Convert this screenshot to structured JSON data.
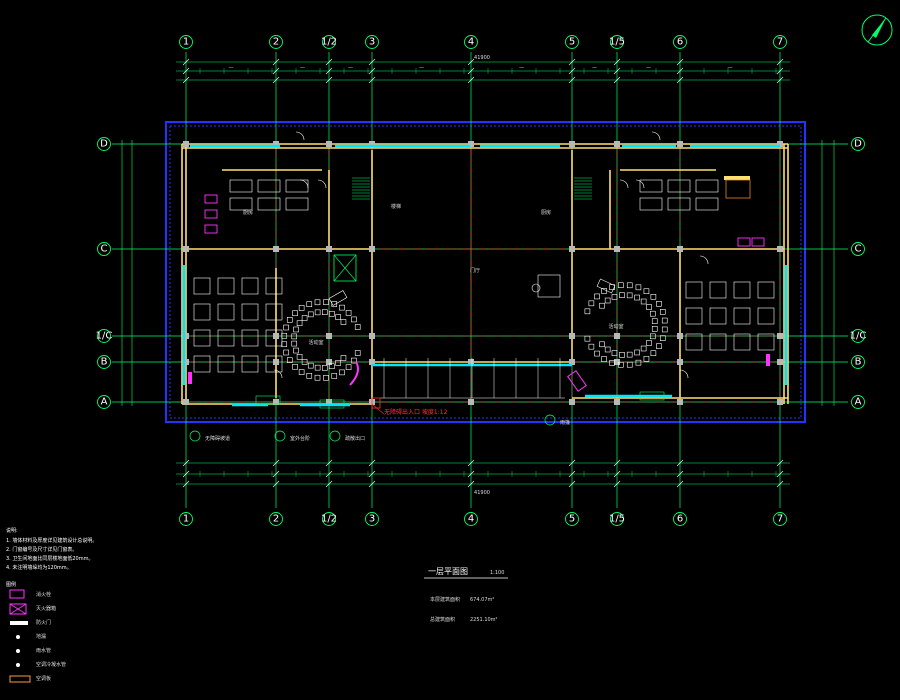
{
  "plan": {
    "grid_columns": [
      "1",
      "2",
      "1/2",
      "3",
      "4",
      "5",
      "1/5",
      "6",
      "7"
    ],
    "grid_rows": [
      "D",
      "C",
      "1/C",
      "B",
      "A"
    ],
    "title": "一层平面图",
    "scale": "1:100",
    "area_rows": [
      {
        "label": "本层建筑面积",
        "value": "674.07m²"
      },
      {
        "label": "总建筑面积",
        "value": "2251.10m²"
      }
    ],
    "room_labels": [
      {
        "id": "kitchen-left",
        "text": "厨房"
      },
      {
        "id": "kitchen-right",
        "text": "厨房"
      },
      {
        "id": "hall",
        "text": "门厅"
      },
      {
        "id": "classroom-left",
        "text": "活动室"
      },
      {
        "id": "classroom-right",
        "text": "活动室"
      },
      {
        "id": "stair",
        "text": "楼梯"
      }
    ],
    "callouts": [
      {
        "id": "c1",
        "text": "无障碍坡道"
      },
      {
        "id": "c2",
        "text": "室外台阶"
      },
      {
        "id": "c3",
        "text": "疏散出口"
      },
      {
        "id": "c4",
        "text": "雨篷"
      }
    ],
    "red_note": "无障碍出入口 坡度1:12",
    "dimension_total": "41900",
    "notes_title": "说明:",
    "notes": [
      "1. 墙体材料及厚度详见建筑设计总说明。",
      "2. 门窗编号及尺寸详见门窗表。",
      "3. 卫生间地面比同层楼地面低20mm。",
      "4. 未注明墙垛均为120mm。"
    ],
    "legend_title": "图例",
    "legend": [
      {
        "symbol": "box",
        "label": "消火栓"
      },
      {
        "symbol": "cross",
        "label": "灭火器箱"
      },
      {
        "symbol": "band",
        "label": "防火门"
      },
      {
        "symbol": "dot",
        "label": "地漏"
      },
      {
        "symbol": "dot",
        "label": "雨水管"
      },
      {
        "symbol": "dot",
        "label": "空调冷凝水管"
      },
      {
        "symbol": "bar",
        "label": "空调板"
      }
    ],
    "colors": {
      "axis": "#00ff66",
      "wall": "#ffe070",
      "window": "#00e5ff",
      "boundary": "#2233ff",
      "furniture": "#ffffff",
      "magenta": "#ff33ff",
      "red": "#ff3333",
      "dim": "#ffffff",
      "orange": "#ff9933"
    }
  }
}
